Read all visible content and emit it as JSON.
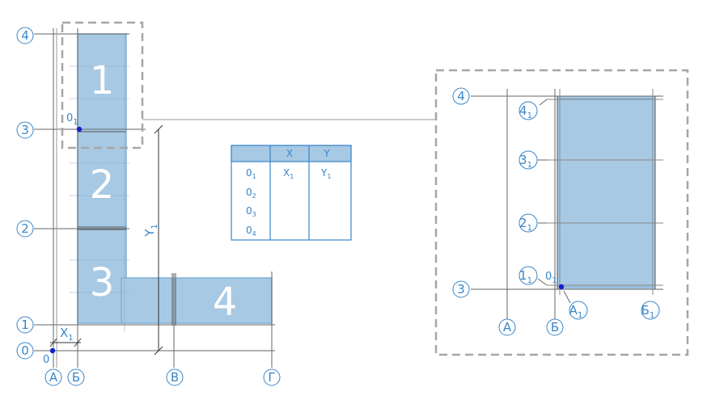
{
  "left_plan": {
    "row_axes": [
      {
        "label": "4"
      },
      {
        "label": "3"
      },
      {
        "label": "2"
      },
      {
        "label": "1"
      },
      {
        "label": "0"
      }
    ],
    "col_axes": [
      {
        "label": "А"
      },
      {
        "label": "Б"
      },
      {
        "label": "В"
      },
      {
        "label": "Г"
      }
    ],
    "zones": [
      {
        "label": "1"
      },
      {
        "label": "2"
      },
      {
        "label": "3"
      },
      {
        "label": "4"
      }
    ],
    "origin_label": "0",
    "local_origin": {
      "main": "0",
      "sub": "1"
    },
    "dim_x": {
      "main": "X",
      "sub": "1"
    },
    "dim_y": {
      "main": "Y",
      "sub": "1"
    }
  },
  "table": {
    "headers": [
      "",
      "X",
      "Y"
    ],
    "rows": [
      {
        "name": "0",
        "name_sub": "1",
        "x": "X",
        "x_sub": "1",
        "y": "Y",
        "y_sub": "1"
      },
      {
        "name": "0",
        "name_sub": "2",
        "x": "",
        "x_sub": "",
        "y": "",
        "y_sub": ""
      },
      {
        "name": "0",
        "name_sub": "3",
        "x": "",
        "x_sub": "",
        "y": "",
        "y_sub": ""
      },
      {
        "name": "0",
        "name_sub": "4",
        "x": "",
        "x_sub": "",
        "y": "",
        "y_sub": ""
      }
    ]
  },
  "detail": {
    "row_axes": [
      {
        "label": "4"
      },
      {
        "label": "3"
      }
    ],
    "col_axes": [
      {
        "label": "А"
      },
      {
        "label": "Б"
      }
    ],
    "local_rows": [
      {
        "main": "4",
        "sub": "1"
      },
      {
        "main": "3",
        "sub": "1"
      },
      {
        "main": "2",
        "sub": "1"
      },
      {
        "main": "1",
        "sub": "1"
      }
    ],
    "local_cols": [
      {
        "main": "А",
        "sub": "1"
      },
      {
        "main": "Б",
        "sub": "1"
      }
    ],
    "local_origin": {
      "main": "0",
      "sub": "1"
    }
  },
  "colors": {
    "fill": "#a7c9e4",
    "fill_stroke": "#7fb0d6",
    "line": "#666666",
    "accent": "#3a86c8",
    "dashed": "#a6a6a6",
    "point": "#1020d0"
  }
}
